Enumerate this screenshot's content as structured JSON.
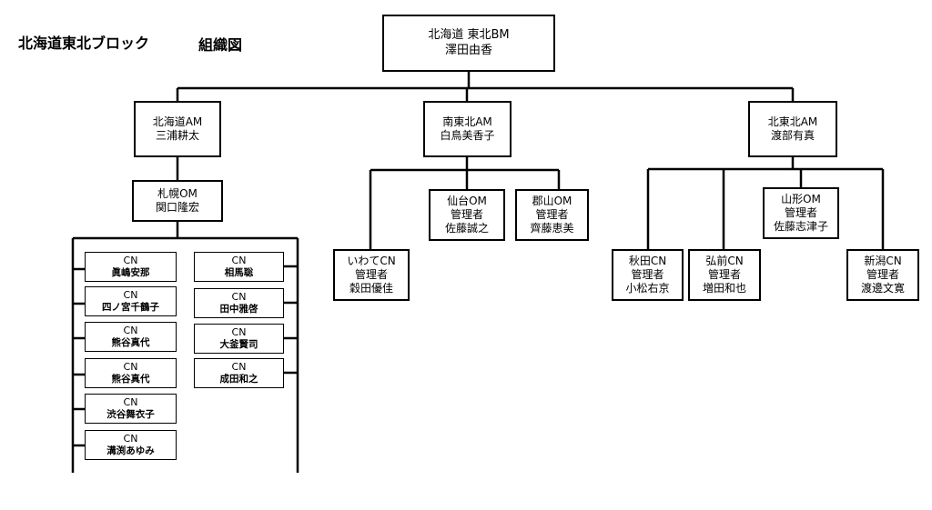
{
  "header": {
    "title": "北海道東北ブロック",
    "subtitle": "組織図"
  },
  "bm": {
    "role": "北海道 東北BM",
    "name": "澤田由香"
  },
  "ams": [
    {
      "role": "北海道AM",
      "name": "三浦耕太"
    },
    {
      "role": "南東北AM",
      "name": "白鳥美香子"
    },
    {
      "role": "北東北AM",
      "name": "渡部有真"
    }
  ],
  "sapporo_om": {
    "role": "札幌OM",
    "name": "関口隆宏"
  },
  "sapporo_cns_left": [
    {
      "role": "CN",
      "name": "眞嶋安那"
    },
    {
      "role": "CN",
      "name": "四ノ宮千鶴子"
    },
    {
      "role": "CN",
      "name": "熊谷真代"
    },
    {
      "role": "CN",
      "name": "熊谷真代"
    },
    {
      "role": "CN",
      "name": "渋谷舞衣子"
    },
    {
      "role": "CN",
      "name": "溝渕あゆみ"
    }
  ],
  "sapporo_cns_right": [
    {
      "role": "CN",
      "name": "相馬聡"
    },
    {
      "role": "CN",
      "name": "田中雅啓"
    },
    {
      "role": "CN",
      "name": "大釜賢司"
    },
    {
      "role": "CN",
      "name": "成田和之"
    }
  ],
  "south_units": [
    {
      "role": "いわてCN",
      "title": "管理者",
      "name": "穀田優佳"
    },
    {
      "role": "仙台OM",
      "title": "管理者",
      "name": "佐藤誠之"
    },
    {
      "role": "郡山OM",
      "title": "管理者",
      "name": "齊藤恵美"
    }
  ],
  "north_units": [
    {
      "role": "秋田CN",
      "title": "管理者",
      "name": "小松右京"
    },
    {
      "role": "弘前CN",
      "title": "管理者",
      "name": "増田和也"
    },
    {
      "role": "山形OM",
      "title": "管理者",
      "name": "佐藤志津子"
    },
    {
      "role": "新潟CN",
      "title": "管理者",
      "name": "渡邊文寛"
    }
  ]
}
